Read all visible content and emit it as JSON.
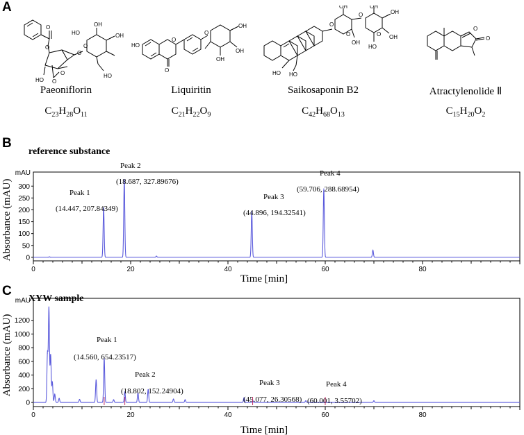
{
  "panel_letters": [
    "A",
    "B",
    "C"
  ],
  "compounds": [
    {
      "name": "Paeoniflorin",
      "formula": [
        [
          "C",
          "23"
        ],
        [
          "H",
          "28"
        ],
        [
          "O",
          "11"
        ]
      ]
    },
    {
      "name": "Liquiritin",
      "formula": [
        [
          "C",
          "21"
        ],
        [
          "H",
          "22"
        ],
        [
          "O",
          "9"
        ]
      ]
    },
    {
      "name": "Saikosaponin B2",
      "formula": [
        [
          "C",
          "42"
        ],
        [
          "H",
          "68"
        ],
        [
          "O",
          "13"
        ]
      ]
    },
    {
      "name": "Atractylenolide Ⅱ",
      "formula": [
        [
          "C",
          "15"
        ],
        [
          "H",
          "20"
        ],
        [
          "O",
          "2"
        ]
      ]
    }
  ],
  "structure_labels": {
    "paeoniflorin": [
      "O",
      "O",
      "OH",
      "OH",
      "HO",
      "O",
      "O",
      "HO",
      "O",
      "HO",
      "O"
    ],
    "liquiritin": [
      "O",
      "OH",
      "HO",
      "O",
      "OH",
      "OH",
      "O"
    ],
    "saikosaponin": [
      "O",
      "OH",
      "HO",
      "O",
      "OH",
      "OH",
      "OH",
      "HO",
      "HO",
      "OH",
      "O",
      "O"
    ],
    "atractylenolide": [
      "O",
      "O"
    ]
  },
  "chart_data": [
    {
      "type": "line",
      "title": "reference substance",
      "xlabel": "Time [min]",
      "ylabel": "Absorbance (mAU)",
      "y_unit": "mAU",
      "xlim": [
        0,
        100
      ],
      "ylim": [
        -15,
        330
      ],
      "x_ticks": [
        0,
        20,
        40,
        60,
        80
      ],
      "y_ticks": [
        0,
        50,
        100,
        150,
        200,
        250,
        300
      ],
      "line_color": "#5a5adc",
      "peaks": [
        {
          "x": 3.3,
          "y": 2
        },
        {
          "x": 14.447,
          "y": 207.84349
        },
        {
          "x": 18.687,
          "y": 327.89676
        },
        {
          "x": 25.3,
          "y": 5
        },
        {
          "x": 44.896,
          "y": 194.32541
        },
        {
          "x": 59.706,
          "y": 288.68954
        },
        {
          "x": 69.8,
          "y": 30
        }
      ],
      "annotations": [
        {
          "label": "Peak 1",
          "coords": "(14.447, 207.84349)"
        },
        {
          "label": "Peak 2",
          "coords": "(18.687, 327.89676)"
        },
        {
          "label": "Peak 3",
          "coords": "(44.896, 194.32541)"
        },
        {
          "label": "Peak 4",
          "coords": "(59.706, 288.68954)"
        }
      ]
    },
    {
      "type": "line",
      "title": "XYW sample",
      "xlabel": "Time [min]",
      "ylabel": "Absorbance (mAU)",
      "y_unit": "mAU",
      "xlim": [
        0,
        100
      ],
      "ylim": [
        -60,
        1420
      ],
      "x_ticks": [
        0,
        20,
        40,
        60,
        80
      ],
      "y_ticks": [
        0,
        200,
        400,
        600,
        800,
        1000,
        1200
      ],
      "line_color": "#5a5adc",
      "marker_color": "#c0306a",
      "peaks": [
        {
          "x": 2.9,
          "y": 720
        },
        {
          "x": 3.2,
          "y": 1380
        },
        {
          "x": 3.55,
          "y": 700
        },
        {
          "x": 3.9,
          "y": 300
        },
        {
          "x": 4.4,
          "y": 120
        },
        {
          "x": 5.3,
          "y": 60
        },
        {
          "x": 9.5,
          "y": 45
        },
        {
          "x": 12.9,
          "y": 330
        },
        {
          "x": 14.56,
          "y": 654.23517
        },
        {
          "x": 16.5,
          "y": 40
        },
        {
          "x": 18.802,
          "y": 152.24904
        },
        {
          "x": 21.5,
          "y": 140
        },
        {
          "x": 23.6,
          "y": 190
        },
        {
          "x": 28.8,
          "y": 50
        },
        {
          "x": 31.2,
          "y": 40
        },
        {
          "x": 43.3,
          "y": 70
        },
        {
          "x": 45.077,
          "y": 26.30568
        },
        {
          "x": 56.0,
          "y": 25
        },
        {
          "x": 60.001,
          "y": 3.55702
        },
        {
          "x": 70.0,
          "y": 25
        }
      ],
      "annotations": [
        {
          "label": "Peak 1",
          "coords": "(14.560, 654.23517)"
        },
        {
          "label": "Peak 2",
          "coords": "(18.802, 152.24904)"
        },
        {
          "label": "Peak 3",
          "coords": "(45.077, 26.30568)"
        },
        {
          "label": "Peak 4",
          "coords": "(60.001, 3.55702)"
        }
      ]
    }
  ]
}
